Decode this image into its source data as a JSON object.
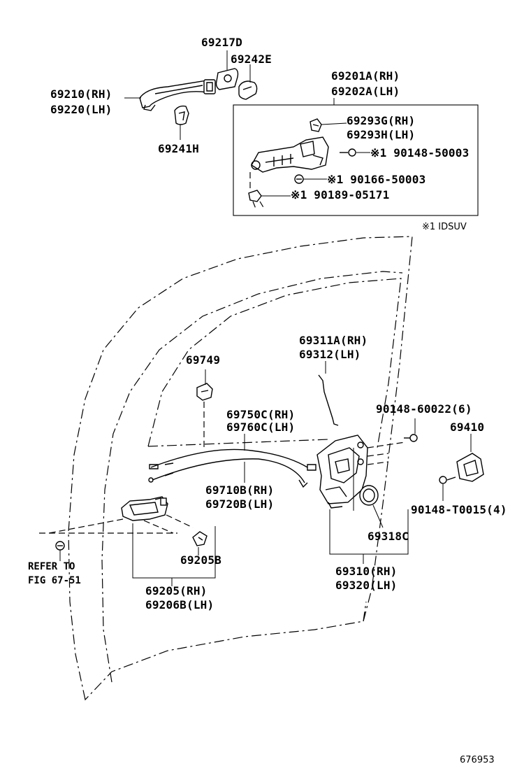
{
  "labels": {
    "p69217D": "69217D",
    "p69242E": "69242E",
    "p69210": "69210(RH)",
    "p69220": "69220(LH)",
    "p69241H": "69241H",
    "p69201A": "69201A(RH)",
    "p69202A": "69202A(LH)",
    "p69293G": "69293G(RH)",
    "p69293H": "69293H(LH)",
    "p90148_50003": "※1 90148-50003",
    "p90166_50003": "※1 90166-50003",
    "p90189_05171": "※1 90189-05171",
    "note_idsuv": "※1 IDSUV",
    "p69311A": "69311A(RH)",
    "p69312": "69312(LH)",
    "p69749": "69749",
    "p69750C": "69750C(RH)",
    "p69760C": "69760C(LH)",
    "p90148_60022": "90148-60022(6)",
    "p69410": "69410",
    "p69710B": "69710B(RH)",
    "p69720B": "69720B(LH)",
    "p90148_T0015": "90148-T0015(4)",
    "p69318C": "69318C",
    "p69205B": "69205B",
    "refer_to": "REFER TO",
    "fig_ref": "FIG 67-51",
    "p69205": "69205(RH)",
    "p69206B": "69206B(LH)",
    "p69310": "69310(RH)",
    "p69320": "69320(LH)",
    "diagram_id": "676953"
  },
  "icons": [
    "outer-handle-icon",
    "handle-frame-icon",
    "door-lock-icon",
    "inner-handle-icon",
    "striker-icon",
    "screw-icon",
    "grommet-icon",
    "cable-icon",
    "rod-icon",
    "clip-icon"
  ]
}
